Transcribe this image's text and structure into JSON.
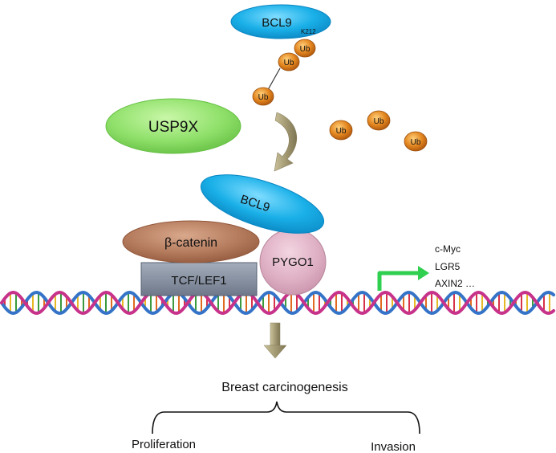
{
  "nodes": {
    "bcl9_top": "BCL9",
    "k212": "K212",
    "ub": "Ub",
    "usp9x": "USP9X",
    "bcl9_complex": "BCL9",
    "beta_catenin": "β-catenin",
    "pygo1": "PYGO1",
    "tcf_lef1": "TCF/LEF1"
  },
  "targets": [
    "c-Myc",
    "LGR5",
    "AXIN2 …"
  ],
  "outcome": {
    "title": "Breast carcinogenesis",
    "left": "Proliferation",
    "right": "Invasion"
  },
  "colors": {
    "bcl9": "#1ab0e8",
    "ub": "#e3861f",
    "usp9x": "#8fe06a",
    "beta_catenin": "#b47a5c",
    "pygo1": "#dfb0c4",
    "tcf": "#8792a3",
    "arrow": "#a49b74",
    "green_arrow": "#2fcf4f",
    "dna_blue": "#3473c7",
    "dna_red": "#c7328a"
  }
}
